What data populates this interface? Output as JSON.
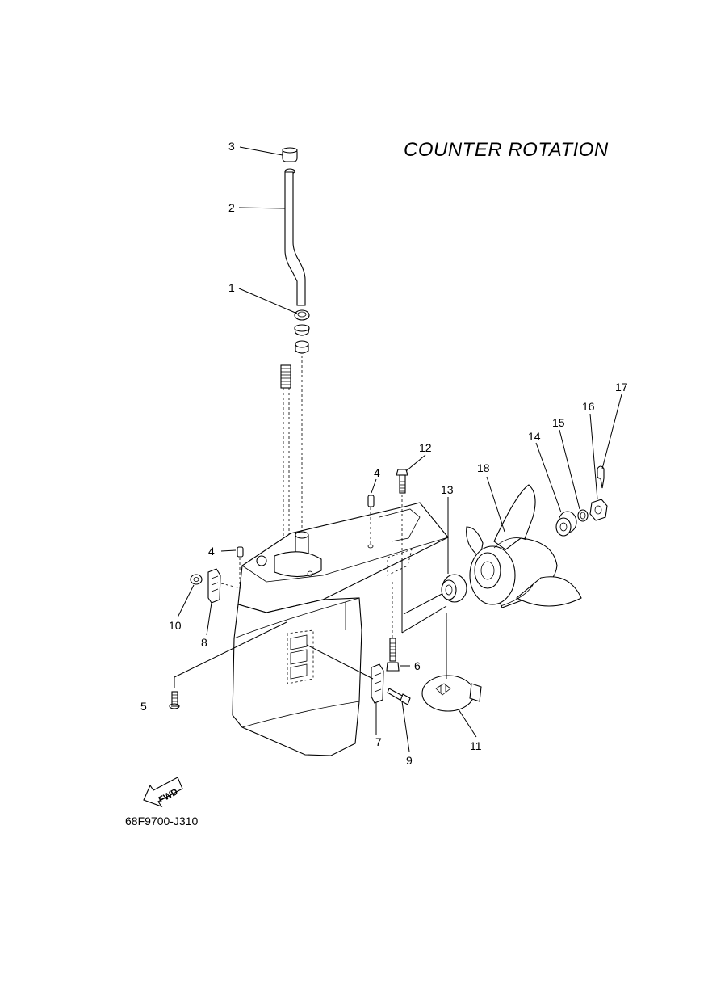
{
  "title": "COUNTER  ROTATION",
  "drawing_code": "68F9700-J310",
  "fwd_label": "FWD",
  "callouts": [
    "1",
    "2",
    "3",
    "4",
    "4",
    "5",
    "6",
    "7",
    "8",
    "9",
    "10",
    "11",
    "12",
    "13",
    "14",
    "15",
    "16",
    "17",
    "18"
  ]
}
